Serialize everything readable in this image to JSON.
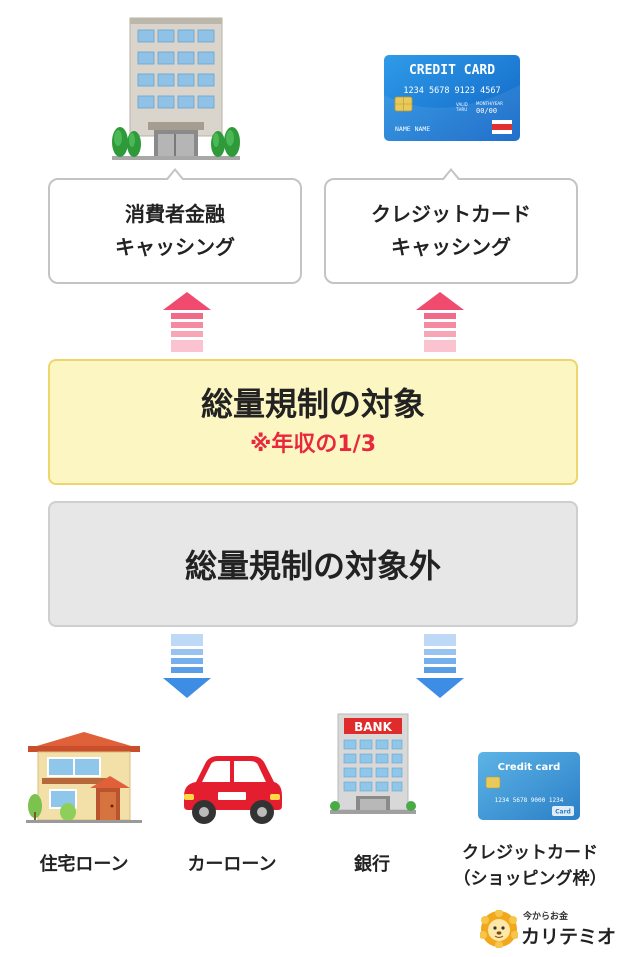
{
  "top": {
    "building_icon": "office-building",
    "credit_icon": "credit-card",
    "card_text": {
      "brand": "CREDIT CARD",
      "number": "1234 5678 9123 4567",
      "valid": "VALID\nTHRU",
      "month_year": "MONTH/YEAR",
      "expiry": "00/00",
      "holder": "NAME NAME"
    }
  },
  "boxes": [
    {
      "line1": "消費者金融",
      "line2": "キャッシング"
    },
    {
      "line1": "クレジットカード",
      "line2": "キャッシング"
    }
  ],
  "regulated": {
    "title": "総量規制の対象",
    "note": "※年収の1/3"
  },
  "not_regulated": {
    "title": "総量規制の対象外"
  },
  "items": [
    {
      "label": "住宅ローン",
      "icon": "house"
    },
    {
      "label": "カーローン",
      "icon": "car"
    },
    {
      "label": "銀行",
      "icon": "bank",
      "sign": "BANK"
    },
    {
      "label": "クレジットカード",
      "label2": "（ショッピング枠）",
      "icon": "credit-card",
      "card_text": {
        "brand": "Credit card",
        "number": "1234  5678  9000  1234",
        "small": "Card"
      }
    }
  ],
  "logo": {
    "tagline": "今からお金",
    "name": "カリテミオ"
  },
  "colors": {
    "pink_arrow": "#f04a6e",
    "blue_arrow": "#3d8de4",
    "yellow_fill": "#fcf6c3",
    "yellow_border": "#eed66a",
    "gray_fill": "#e7e7e7",
    "note_red": "#e8283c"
  }
}
